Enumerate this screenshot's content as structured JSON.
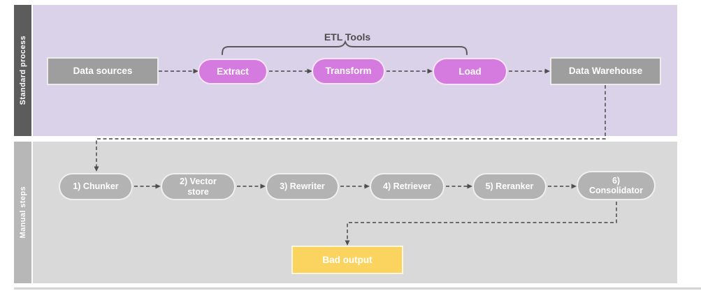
{
  "diagram": {
    "lanes": {
      "standard": {
        "title": "Standard process"
      },
      "manual": {
        "title": "Manual steps"
      }
    },
    "annotations": {
      "etl_tools_label": "ETL Tools"
    },
    "nodes": {
      "data_sources": "Data sources",
      "extract": "Extract",
      "transform": "Transform",
      "load": "Load",
      "data_warehouse": "Data Warehouse",
      "chunker": "1) Chunker",
      "vector_store": "2) Vector store",
      "rewriter": "3) Rewriter",
      "retriever": "4) Retriever",
      "reranker": "5) Reranker",
      "consolidator": "6) Consolidator",
      "bad_output": "Bad output"
    },
    "colors": {
      "lane_standard_header": "#5c5c5c",
      "lane_standard_body": "#d9d2e9",
      "lane_manual_header": "#b7b7b7",
      "lane_manual_body": "#d9d9d9",
      "etl_pill": "#d57be0",
      "gray_node": "#9e9e9e",
      "manual_step_pill": "#b3b3b3",
      "bad_output_box": "#fbd35f",
      "connector": "#5a5a5a",
      "annotation_text": "#4c4c4c"
    }
  }
}
